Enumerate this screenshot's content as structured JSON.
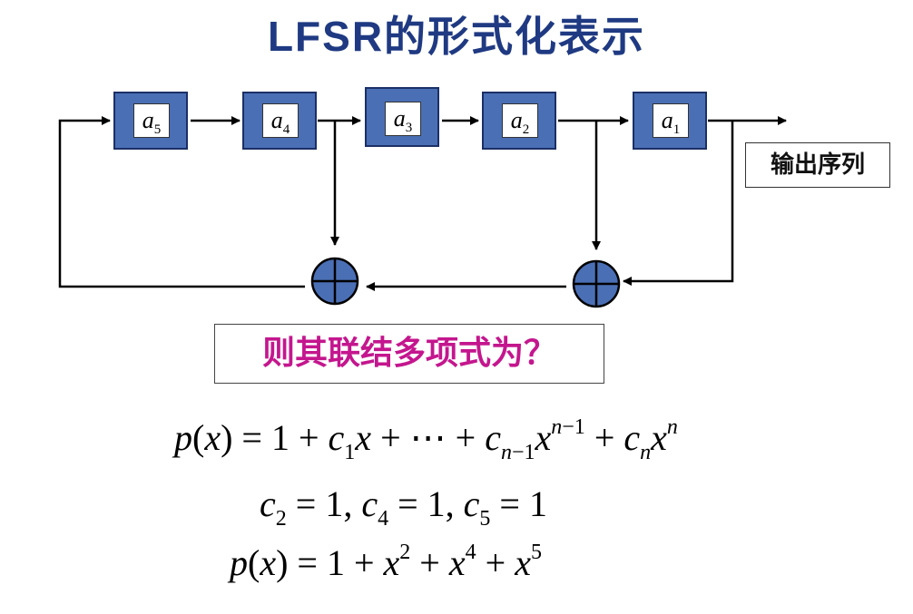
{
  "title": "LFSR的形式化表示",
  "registers": [
    {
      "var": "a",
      "index": "5"
    },
    {
      "var": "a",
      "index": "4"
    },
    {
      "var": "a",
      "index": "3"
    },
    {
      "var": "a",
      "index": "2"
    },
    {
      "var": "a",
      "index": "1"
    }
  ],
  "output_label": "输出序列",
  "question": "则其联结多项式为？",
  "formula_general": "p(x)=1+c1x+⋯+cn−1x^(n−1)+cnx^n",
  "formula_coeffs": "c2=1, c4=1, c5=1",
  "formula_result": "p(x)=1+x^2+x^4+x^5",
  "colors": {
    "title": "#1f3a82",
    "register_fill": "#4a6fb5",
    "xor_fill": "#4a6fb5",
    "question_text": "#c4168e"
  }
}
